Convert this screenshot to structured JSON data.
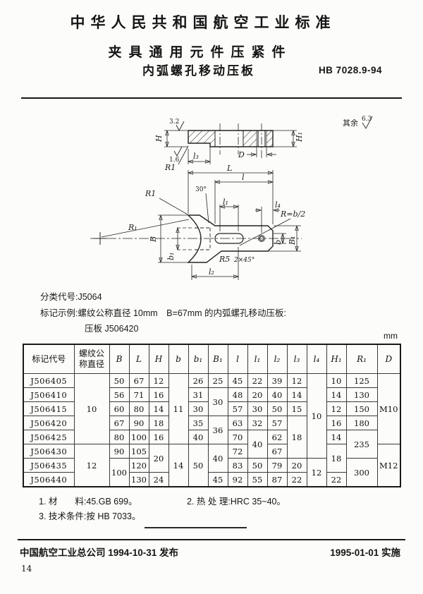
{
  "page": {
    "standard_org": "中华人民共和国航空工业标准",
    "title_line1": "夹具通用元件压紧件",
    "title_line2": "内弧螺孔移动压板",
    "standard_no": "HB 7028.9-94",
    "class_code": "分类代号:J5064",
    "example_line1": "标记示例:螺纹公称直径 10mm　B=67mm 的内弧螺孔移动压板:",
    "example_line2": "压板 J506420",
    "unit": "mm",
    "notes": [
      "1. 材　　料:45.GB 699。",
      "2. 热 处 理:HRC 35~40。",
      "3. 技术条件:按 HB 7033。"
    ],
    "footer_left": "中国航空工业总公司 1994-10-31 发布",
    "footer_right": "1995-01-01 实施",
    "page_number": "14"
  },
  "drawing": {
    "labels": {
      "surface_top": "3.2",
      "surface_step": "1.6",
      "rest_label": "其余",
      "rest_value": "6.3",
      "H": "H",
      "H1": "H₁",
      "D": "D",
      "r1_section": "R1",
      "l3": "l₃",
      "L": "L",
      "l": "l",
      "l1": "l₁",
      "l2": "l₂",
      "l4": "l₄",
      "angle30": "30°",
      "r1_plan": "R1",
      "r_eq": "R=b/2",
      "R1": "R₁",
      "B": "B",
      "b1": "b₁",
      "b": "b",
      "B1": "B₁",
      "R5": "R5",
      "chamfer": "2×45°"
    }
  },
  "table": {
    "headers": [
      "标记代号",
      "螺纹公称直径",
      "B",
      "L",
      "H",
      "b",
      "b₁",
      "B₁",
      "l",
      "l₁",
      "l₂",
      "l₃",
      "l₄",
      "H₁",
      "R₁",
      "D"
    ],
    "rows": [
      [
        "J506405",
        "10",
        "50",
        "67",
        "12",
        "11",
        "26",
        "25",
        "45",
        "22",
        "39",
        "12",
        "10",
        "10",
        "125",
        "M10"
      ],
      [
        "J506410",
        "56",
        "71",
        "16",
        "31",
        "30",
        "48",
        "20",
        "40",
        "14",
        "14",
        "130"
      ],
      [
        "J506415",
        "60",
        "80",
        "14",
        "30",
        "57",
        "30",
        "50",
        "15",
        "12",
        "150"
      ],
      [
        "J506420",
        "67",
        "90",
        "18",
        "35",
        "36",
        "63",
        "32",
        "57",
        "18",
        "16",
        "180"
      ],
      [
        "J506425",
        "80",
        "100",
        "16",
        "40",
        "70",
        "40",
        "62",
        "14",
        "235"
      ],
      [
        "J506430",
        "12",
        "90",
        "105",
        "20",
        "14",
        "50",
        "40",
        "72",
        "67",
        "18",
        "M12"
      ],
      [
        "J506435",
        "100",
        "120",
        "83",
        "50",
        "79",
        "20",
        "12",
        "300"
      ],
      [
        "J506440",
        "130",
        "24",
        "45",
        "92",
        "55",
        "87",
        "22",
        "22"
      ]
    ]
  }
}
